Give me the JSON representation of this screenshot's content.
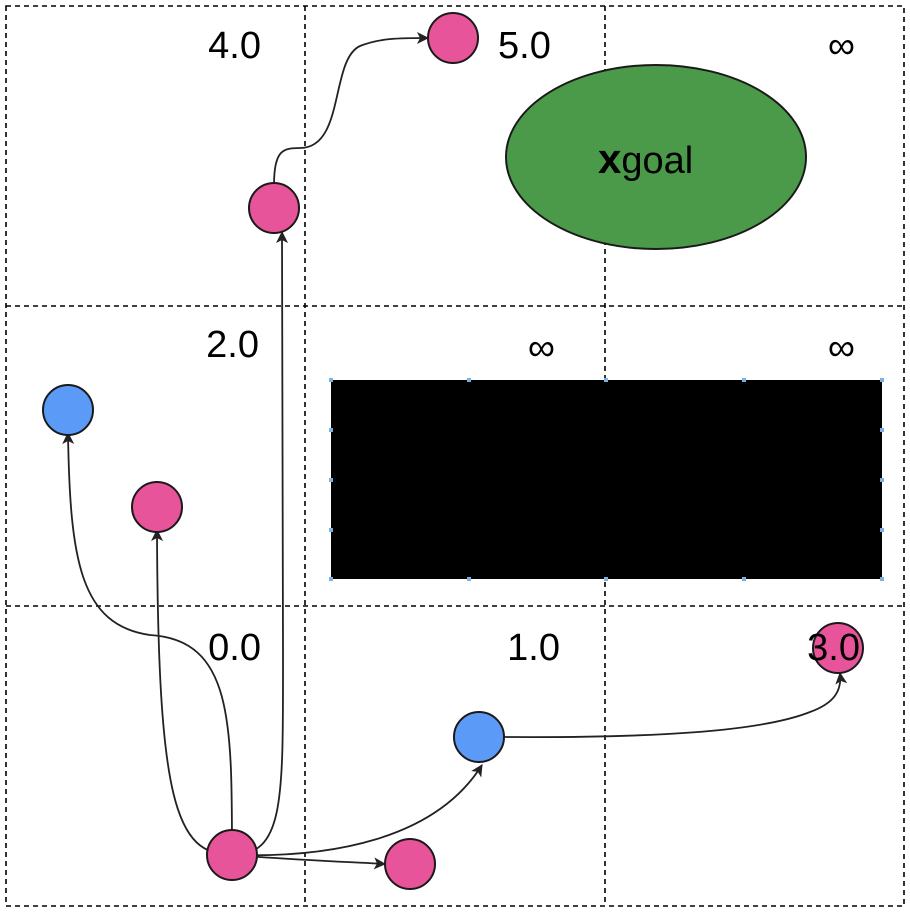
{
  "colors": {
    "background": "#ffffff",
    "grid": "#000000",
    "pink_node": "#e8549a",
    "blue_node": "#5b9bf7",
    "goal_fill": "#4a9a4a",
    "obstacle": "#000000",
    "obstacle_handles": "#7fb0e0",
    "edge": "#222222"
  },
  "cells": {
    "top_left": "4.0",
    "top_middle": "5.0",
    "top_right": "∞",
    "middle_left": "2.0",
    "middle_middle": "∞",
    "middle_right": "∞",
    "bottom_left": "0.0",
    "bottom_middle": "1.0",
    "bottom_right": "3.0"
  },
  "goal": {
    "symbol": "x",
    "subscript": "goal"
  },
  "nodes": [
    {
      "id": "root",
      "kind": "pink"
    },
    {
      "id": "low-right",
      "kind": "pink"
    },
    {
      "id": "left-blue",
      "kind": "blue"
    },
    {
      "id": "left-pink",
      "kind": "pink"
    },
    {
      "id": "top-left-pink",
      "kind": "pink"
    },
    {
      "id": "top-pink",
      "kind": "pink"
    },
    {
      "id": "mid-blue",
      "kind": "blue"
    },
    {
      "id": "corner-pink",
      "kind": "pink"
    }
  ],
  "edges": [
    {
      "from": "root",
      "to": "low-right"
    },
    {
      "from": "root",
      "to": "left-blue"
    },
    {
      "from": "root",
      "to": "left-pink"
    },
    {
      "from": "root",
      "to": "top-left-pink"
    },
    {
      "from": "top-left-pink",
      "to": "top-pink"
    },
    {
      "from": "root",
      "to": "mid-blue"
    },
    {
      "from": "mid-blue",
      "to": "corner-pink"
    }
  ]
}
